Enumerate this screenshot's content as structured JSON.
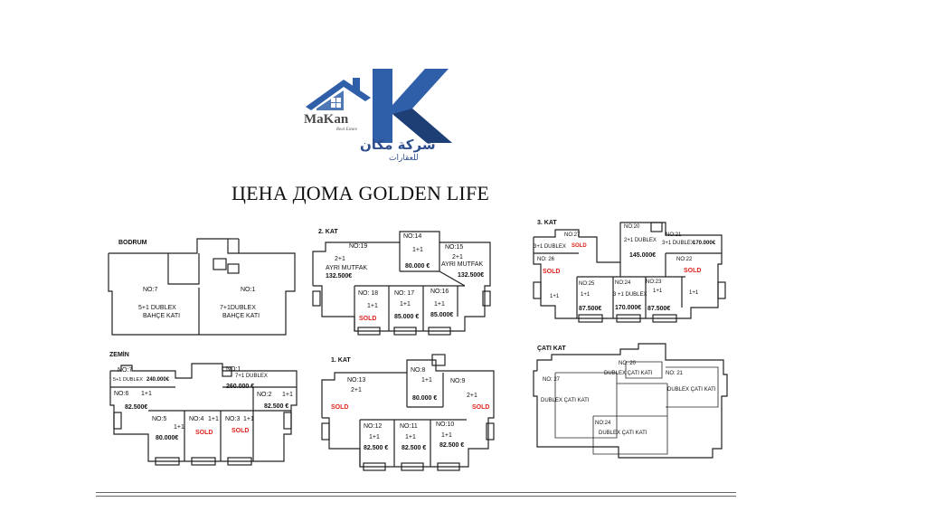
{
  "brand": {
    "name": "MaKan",
    "tagline": "Real Estate",
    "arabic_name": "شركة مكان",
    "arabic_sub": "للعقارات",
    "colors": {
      "primary": "#2f5fa8",
      "dark": "#1e3f75"
    }
  },
  "title": "ЦЕНА ДОМА GOLDEN LIFE",
  "floors": {
    "bodrum": {
      "label": "BODRUM",
      "units": [
        {
          "no": "NO:7",
          "type": "5+1 DUBLEX",
          "note": "BAHÇE KATI"
        },
        {
          "no": "NO:1",
          "type": "7+1DUBLEX",
          "note": "BAHÇE KATI"
        }
      ]
    },
    "zemin": {
      "label": "ZEMİN",
      "units": [
        {
          "no": "NO:7",
          "type": "5+1 DUBLEX",
          "price": "240.000€"
        },
        {
          "no": "NO:1",
          "type": "7+1 DUBLEX",
          "price": "260.000 €"
        },
        {
          "no": "NO:6",
          "type": "1+1",
          "price": "82.500€"
        },
        {
          "no": "NO:2",
          "type": "1+1",
          "price": "82.500 €"
        },
        {
          "no": "NO:5",
          "type": "1+1",
          "price": "80.000€"
        },
        {
          "no": "NO:4",
          "type": "1+1",
          "status": "SOLD"
        },
        {
          "no": "NO:3",
          "type": "1+1",
          "status": "SOLD"
        }
      ]
    },
    "kat1": {
      "label": "1. KAT",
      "units": [
        {
          "no": "NO:13",
          "type": "2+1",
          "status": "SOLD"
        },
        {
          "no": "NO:8",
          "type": "1+1",
          "price": "80.000 €"
        },
        {
          "no": "NO:9",
          "type": "2+1",
          "status": "SOLD"
        },
        {
          "no": "NO:12",
          "type": "1+1",
          "price": "82.500 €"
        },
        {
          "no": "NO:11",
          "type": "1+1",
          "price": "82.500 €"
        },
        {
          "no": "NO:10",
          "type": "1+1",
          "price": "82.500 €"
        }
      ]
    },
    "kat2": {
      "label": "2. KAT",
      "units": [
        {
          "no": "NO:19",
          "type": "2+1",
          "note": "AYRI MUTFAK",
          "price": "132.500€"
        },
        {
          "no": "NO:14",
          "type": "1+1",
          "price": "80.000 €"
        },
        {
          "no": "NO:15",
          "type": "2+1",
          "note": "AYRI MUTFAK",
          "price": "132.500€"
        },
        {
          "no": "NO: 18",
          "type": "1+1",
          "status": "SOLD"
        },
        {
          "no": "NO: 17",
          "type": "1+1",
          "price": "85.000 €"
        },
        {
          "no": "NO:16",
          "type": "1+1",
          "price": "85.000€"
        }
      ]
    },
    "kat3": {
      "label": "3. KAT",
      "units": [
        {
          "no": "NO:27",
          "type": "3+1 DUBLEX",
          "status": "SOLD"
        },
        {
          "no": "NO:20",
          "type": "2+1 DUBLEX",
          "price": "145.000€"
        },
        {
          "no": "NO:21",
          "type": "3+1 DUBLEX",
          "price": "170.000€"
        },
        {
          "no": "NO: 26",
          "status": "SOLD",
          "type": "1+1"
        },
        {
          "no": "NO:22",
          "status": "SOLD",
          "type": "1+1"
        },
        {
          "no": "NO:25",
          "type": "1+1",
          "price": "87.500€"
        },
        {
          "no": "NO:24",
          "type": "3 +1 DUBLEX",
          "price": "170.000€"
        },
        {
          "no": "NO:23",
          "type": "1+1",
          "price": "87.500€"
        }
      ]
    },
    "cati": {
      "label": "ÇATI KAT",
      "units": [
        {
          "no": "NO: 27",
          "type": "DUBLEX ÇATI KATI"
        },
        {
          "no": "NO: 20",
          "type": "DUBLEX ÇATI KATI"
        },
        {
          "no": "NO: 21",
          "type": "DUBLEX ÇATI KATI"
        },
        {
          "no": "NO:24",
          "type": "DUBLEX ÇATI KATI"
        }
      ]
    }
  }
}
